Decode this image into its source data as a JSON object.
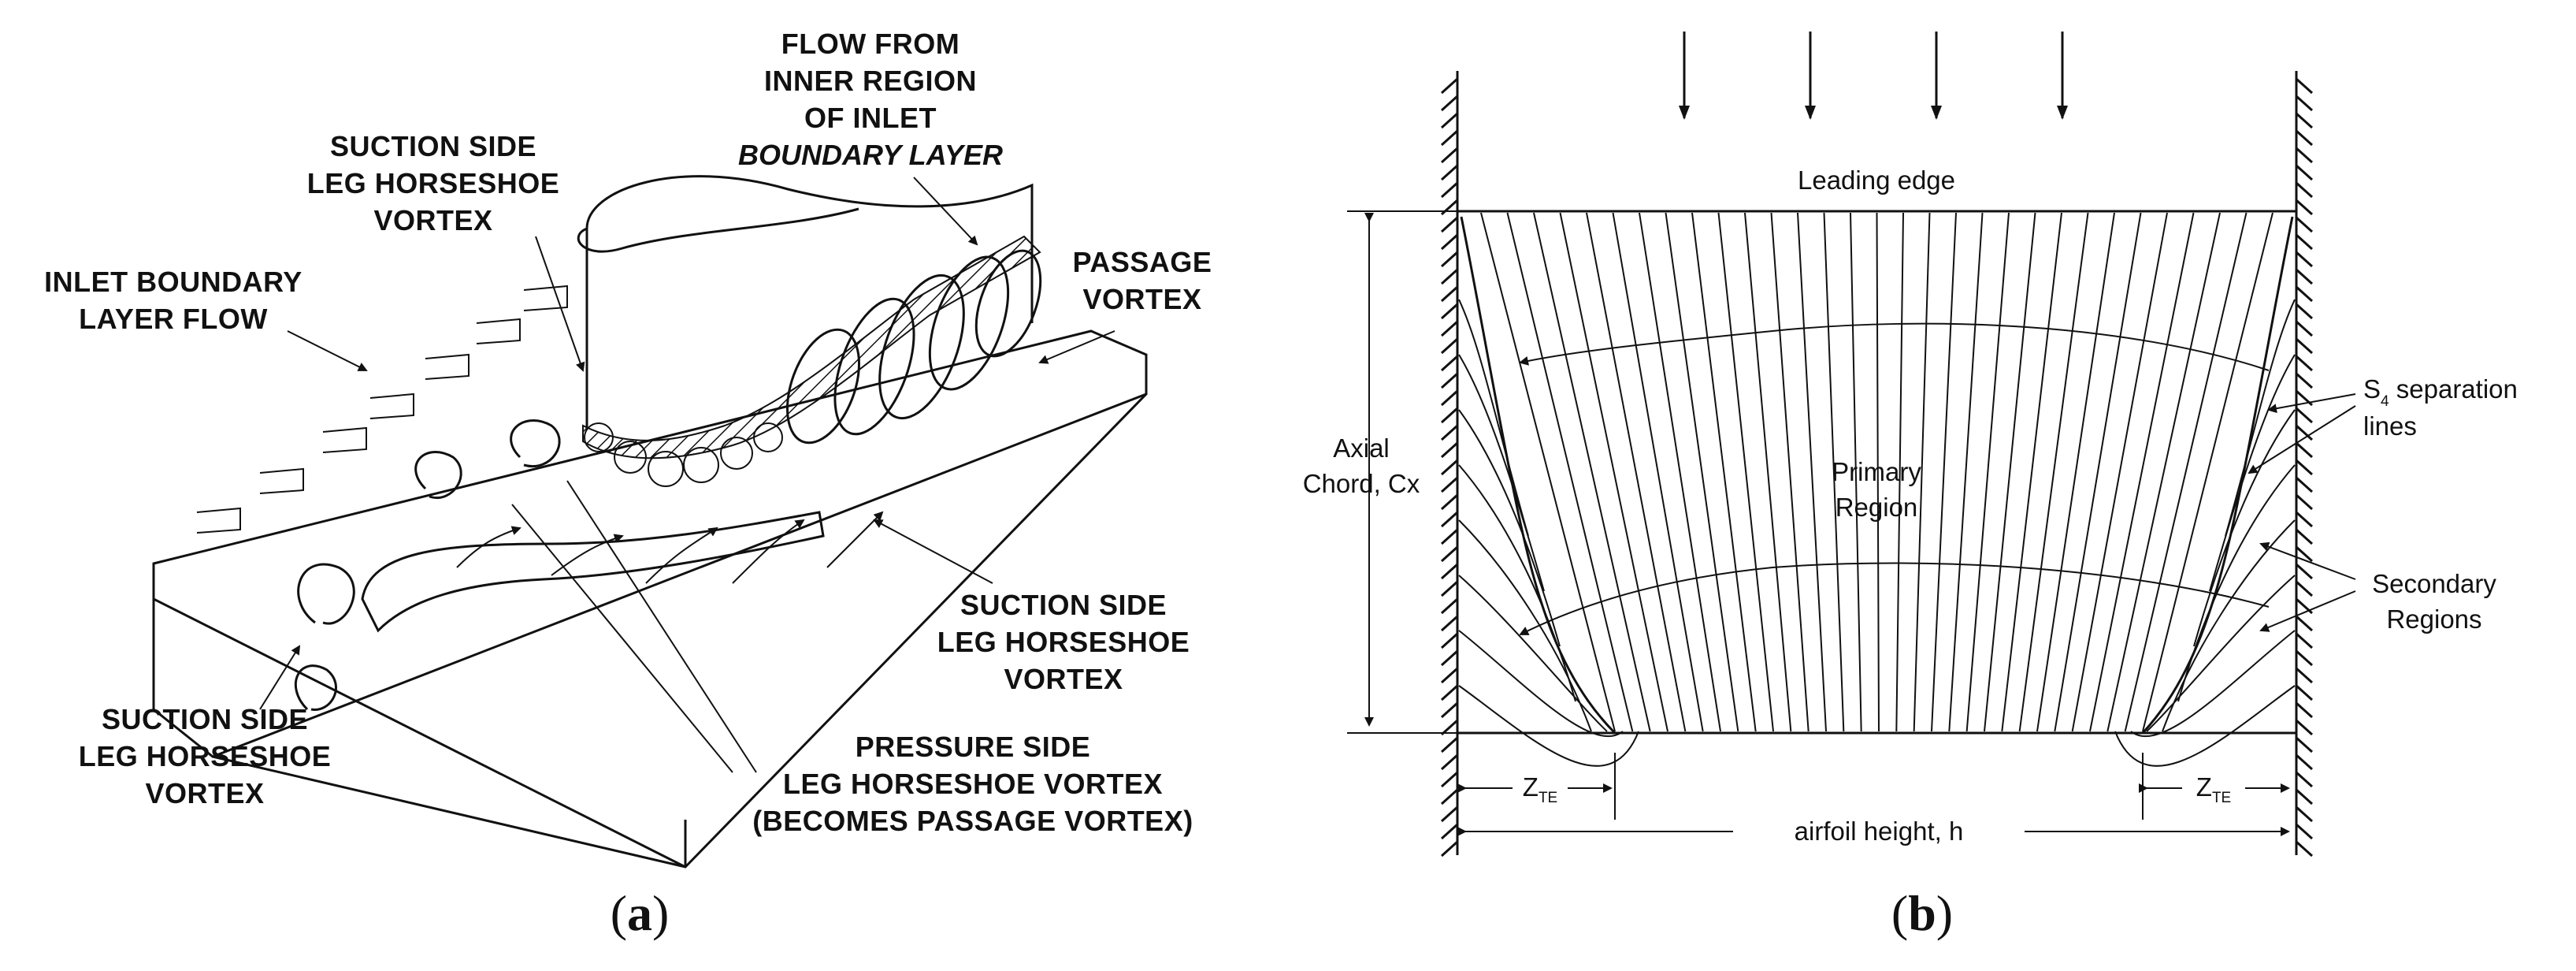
{
  "panel_a": {
    "caption_open": "(",
    "caption_letter": "a",
    "caption_close": ")",
    "labels": {
      "flow_from_inner_1": "FLOW FROM",
      "flow_from_inner_2": "INNER REGION",
      "flow_from_inner_3": "OF INLET",
      "flow_from_inner_4": "BOUNDARY LAYER",
      "suction_top_1": "SUCTION SIDE",
      "suction_top_2": "LEG HORSESHOE",
      "suction_top_3": "VORTEX",
      "inlet_bl_1": "INLET BOUNDARY",
      "inlet_bl_2": "LAYER FLOW",
      "passage_1": "PASSAGE",
      "passage_2": "VORTEX",
      "suction_right_1": "SUCTION SIDE",
      "suction_right_2": "LEG HORSESHOE",
      "suction_right_3": "VORTEX",
      "suction_left_1": "SUCTION SIDE",
      "suction_left_2": "LEG HORSESHOE",
      "suction_left_3": "VORTEX",
      "pressure_1": "PRESSURE SIDE",
      "pressure_2": "LEG HORSESHOE VORTEX",
      "pressure_3": "(BECOMES PASSAGE VORTEX)"
    }
  },
  "panel_b": {
    "caption_open": "(",
    "caption_letter": "b",
    "caption_close": ")",
    "labels": {
      "leading_edge": "Leading edge",
      "axial_1": "Axial",
      "axial_2": "Chord, Cx",
      "primary_1": "Primary",
      "primary_2": "Region",
      "s4_main": "S",
      "s4_sub": "4",
      "s4_rest": " separation",
      "s4_line2": "lines",
      "secondary_1": "Secondary",
      "secondary_2": "Regions",
      "zte_left_main": "Z",
      "zte_left_sub": "TE",
      "zte_right_main": "Z",
      "zte_right_sub": "TE",
      "airfoil_height": "airfoil height, h"
    }
  }
}
